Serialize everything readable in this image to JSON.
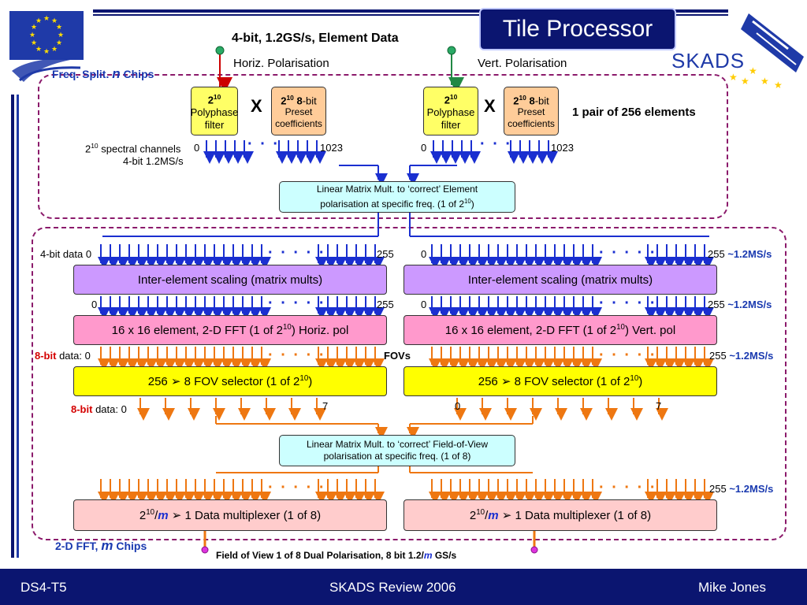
{
  "title": "Tile Processor",
  "header": {
    "input_label": "4-bit, 1.2GS/s, Element Data",
    "horiz_label": "Horiz. Polarisation",
    "vert_label": "Vert. Polarisation",
    "freq_split_prefix": "Freq. Split.",
    "freq_split_var": "n",
    "freq_split_suffix": "Chips",
    "logo_text": "SKADS"
  },
  "freq_stage": {
    "poly_top": "2",
    "poly_exp": "10",
    "poly_line1": "Polyphase",
    "poly_line2": "filter",
    "mult_symbol": "X",
    "coef_top": "2",
    "coef_exp": "10",
    "coef_bits_num": "8",
    "coef_bits_suffix": "-bit",
    "coef_line1": "Preset",
    "coef_line2": "coefficients",
    "pair_label": "1 pair of 256 elements",
    "spectral_label_a": "2",
    "spectral_label_exp": "10",
    "spectral_label_b": " spectral channels",
    "spectral_rate": "4-bit 1.2MS/s",
    "ch_first": "0",
    "ch_last": "1023",
    "dots": "· · ·",
    "matrix1_line1": "Linear Matrix Mult. to ‘correct’ Element",
    "matrix1_line2a": "polarisation at specific freq. (1 of 2",
    "matrix1_line2exp": "10",
    "matrix1_line2b": ")"
  },
  "fft_stage": {
    "data_label": "4-bit data 0",
    "idx_first": "0",
    "idx_last": "255",
    "rate_tilde": "~",
    "rate": "1.2MS/s",
    "dots": "· · · · ·",
    "scaling_label": "Inter-element scaling (matrix mults)",
    "fft_h_a": "16 x 16 element, 2-D FFT (1 of 2",
    "fft_exp": "10",
    "fft_h_b": ") Horiz. pol",
    "fft_v_b": ") Vert. pol",
    "bit8": "8-bit",
    "data0": " data: 0",
    "fovs": "FOVs",
    "fovsel_a": "256 ➢ 8 FOV selector (1 of 2",
    "fovsel_exp": "10",
    "fovsel_b": ")",
    "fov_last": "7",
    "matrix2_line1": "Linear Matrix Mult. to ‘correct’ Field-of-View",
    "matrix2_line2": "polarisation at specific freq. (1 of 8)",
    "mux_a": "2",
    "mux_exp": "10",
    "mux_slash": "/",
    "mux_var": "m",
    "mux_b": " ➢ 1 Data multiplexer  (1 of 8)",
    "fft_chips_prefix": "2-D FFT,",
    "fft_chips_var": "m",
    "fft_chips_suffix": "Chips",
    "output_a": "Field of View 1 of 8 Dual Polarisation, 8 bit 1.2/",
    "output_var": "m",
    "output_b": " GS/s"
  },
  "footer": {
    "left": "DS4-T5",
    "center": "SKADS Review 2006",
    "right": "Mike Jones"
  },
  "colors": {
    "navy": "#0b1570",
    "poly_fill": "#ffff66",
    "coef_fill": "#ffcc99",
    "matrix_fill": "#ccffff",
    "scaling_fill": "#cc99ff",
    "fft_fill": "#ff99cc",
    "fov_fill": "#ffff00",
    "mux_fill": "#ffcccc",
    "blue_arrow": "#1a2fd0",
    "orange_arrow": "#ee7711",
    "dashed_border": "#8b1a6b"
  }
}
